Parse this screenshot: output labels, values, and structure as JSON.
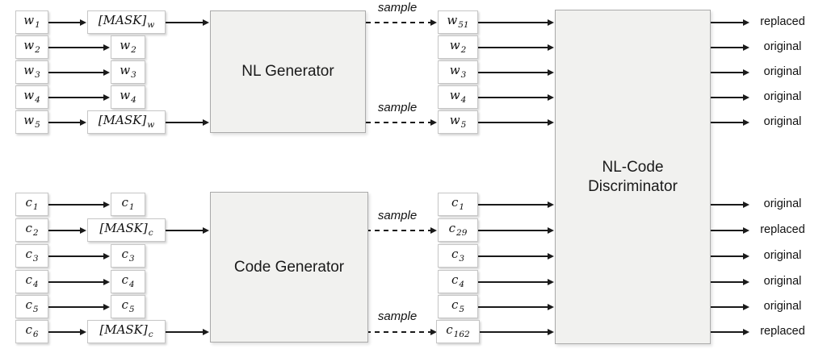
{
  "nl": {
    "generator_label": "NL Generator",
    "rows": [
      {
        "input": {
          "base": "w",
          "sub": "1"
        },
        "masked": {
          "base": "[MASK]",
          "sub": "w"
        },
        "sampled": {
          "base": "w",
          "sub": "51"
        },
        "output": "replaced",
        "sample_label": "sample"
      },
      {
        "input": {
          "base": "w",
          "sub": "2"
        },
        "masked": {
          "base": "w",
          "sub": "2"
        },
        "sampled": {
          "base": "w",
          "sub": "2"
        },
        "output": "original"
      },
      {
        "input": {
          "base": "w",
          "sub": "3"
        },
        "masked": {
          "base": "w",
          "sub": "3"
        },
        "sampled": {
          "base": "w",
          "sub": "3"
        },
        "output": "original"
      },
      {
        "input": {
          "base": "w",
          "sub": "4"
        },
        "masked": {
          "base": "w",
          "sub": "4"
        },
        "sampled": {
          "base": "w",
          "sub": "4"
        },
        "output": "original"
      },
      {
        "input": {
          "base": "w",
          "sub": "5"
        },
        "masked": {
          "base": "[MASK]",
          "sub": "w"
        },
        "sampled": {
          "base": "w",
          "sub": "5"
        },
        "output": "original",
        "sample_label": "sample"
      }
    ]
  },
  "code": {
    "generator_label": "Code Generator",
    "rows": [
      {
        "input": {
          "base": "c",
          "sub": "1"
        },
        "masked": {
          "base": "c",
          "sub": "1"
        },
        "sampled": {
          "base": "c",
          "sub": "1"
        },
        "output": "original"
      },
      {
        "input": {
          "base": "c",
          "sub": "2"
        },
        "masked": {
          "base": "[MASK]",
          "sub": "c"
        },
        "sampled": {
          "base": "c",
          "sub": "29"
        },
        "output": "replaced",
        "sample_label": "sample"
      },
      {
        "input": {
          "base": "c",
          "sub": "3"
        },
        "masked": {
          "base": "c",
          "sub": "3"
        },
        "sampled": {
          "base": "c",
          "sub": "3"
        },
        "output": "original"
      },
      {
        "input": {
          "base": "c",
          "sub": "4"
        },
        "masked": {
          "base": "c",
          "sub": "4"
        },
        "sampled": {
          "base": "c",
          "sub": "4"
        },
        "output": "original"
      },
      {
        "input": {
          "base": "c",
          "sub": "5"
        },
        "masked": {
          "base": "c",
          "sub": "5"
        },
        "sampled": {
          "base": "c",
          "sub": "5"
        },
        "output": "original"
      },
      {
        "input": {
          "base": "c",
          "sub": "6"
        },
        "masked": {
          "base": "[MASK]",
          "sub": "c"
        },
        "sampled": {
          "base": "c",
          "sub": "162"
        },
        "output": "replaced",
        "sample_label": "sample"
      }
    ]
  },
  "discriminator": {
    "line1": "NL-Code",
    "line2": "Discriminator"
  },
  "colors": {
    "box_fill": "#ffffff",
    "block_fill": "#f1f1ef",
    "border": "#aaaaaa",
    "arrow": "#1a1a1a"
  }
}
